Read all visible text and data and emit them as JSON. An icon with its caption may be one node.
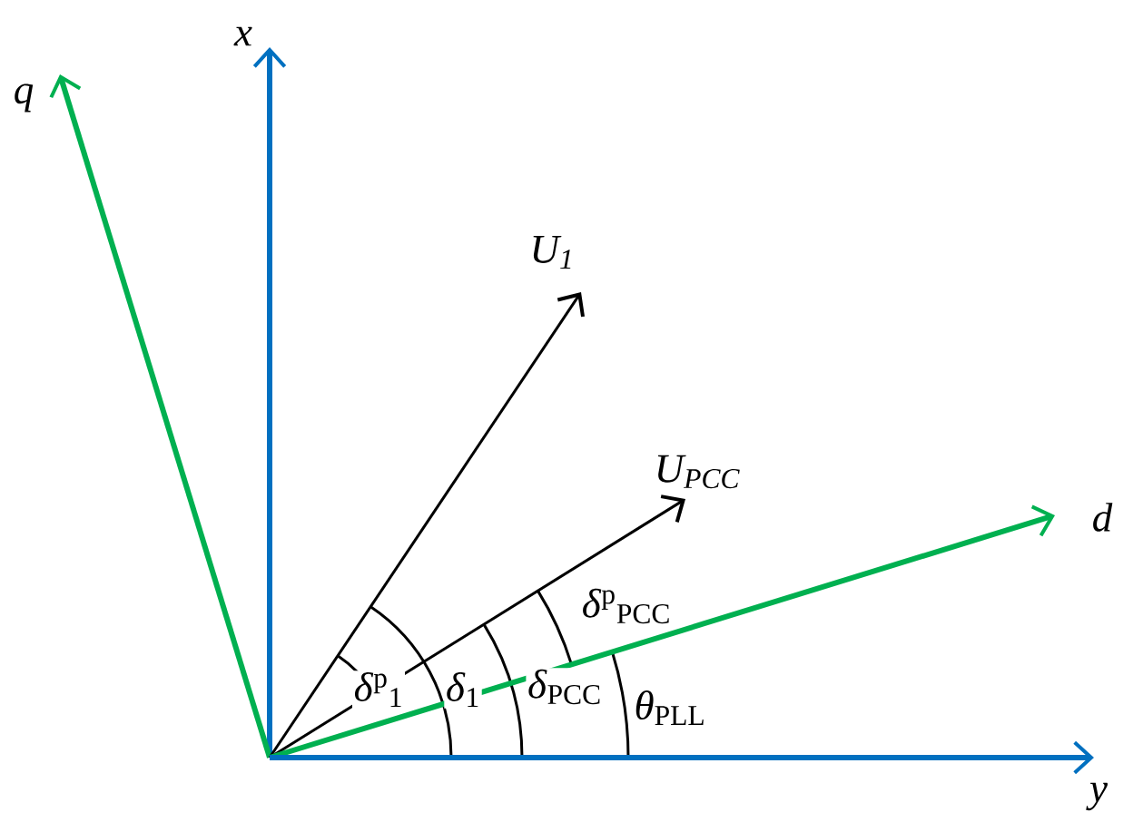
{
  "diagram": {
    "nodes": [
      {
        "text": [
          "x"
        ]
      },
      {
        "text": [
          "q"
        ]
      },
      {
        "text": [
          "U$_{1}$"
        ]
      },
      {
        "text": [
          "U$_{PCC}$"
        ]
      },
      {
        "text": [
          "d"
        ]
      },
      {
        "text": [
          "y"
        ]
      }
    ],
    "edges": [
      {
        "from": null,
        "to": 0,
        "arrow": "to",
        "color": "#0070c0"
      },
      {
        "from": null,
        "to": 1,
        "arrow": "to",
        "color": "#00b050"
      },
      {
        "from": null,
        "to": 2,
        "arrow": "to",
        "color": "#000000"
      },
      {
        "from": null,
        "to": 3,
        "arrow": "to",
        "color": "#000000"
      },
      {
        "from": null,
        "to": 4,
        "arrow": "to",
        "color": "#00b050"
      },
      {
        "from": null,
        "to": 5,
        "arrow": "to",
        "color": "#0070c0"
      }
    ],
    "labels": [
      "*δ*$^{p}$$_{PCC}$",
      "*δ*$^{p}$$_{1}$",
      "*δ*$_{1}$",
      "*δ*$_{PCC}$",
      "*θ*$_{PLL}$"
    ]
  }
}
